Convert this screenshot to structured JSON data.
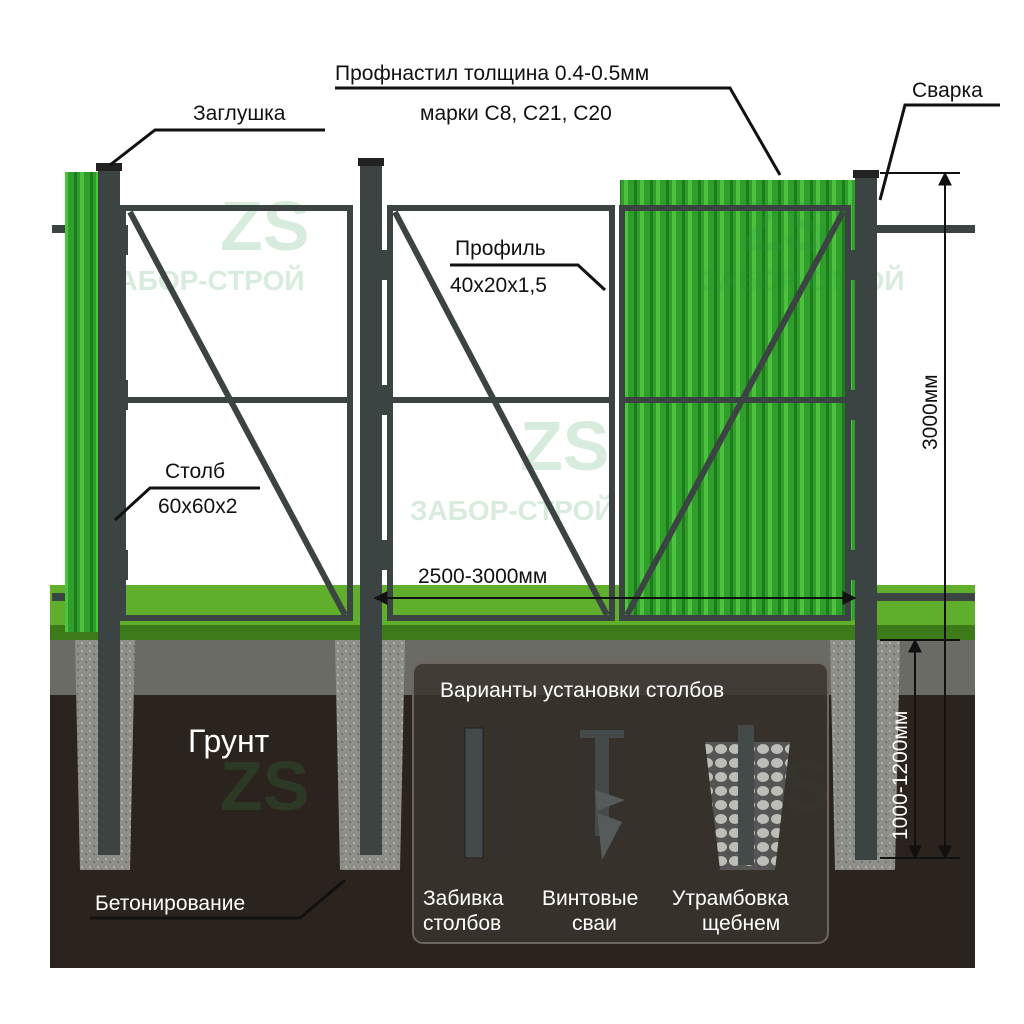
{
  "labels": {
    "sheet_line1": "Профнастил толщина 0.4-0.5мм",
    "sheet_line2": "марки С8, С21, С20",
    "cap": "Заглушка",
    "weld": "Сварка",
    "profile_line1": "Профиль",
    "profile_line2": "40х20х1,5",
    "post_line1": "Столб",
    "post_line2": "60х60х2",
    "height": "3000мм",
    "width": "2500-3000мм",
    "depth": "1000-1200мм",
    "soil": "Грунт",
    "concrete": "Бетонирование"
  },
  "inset": {
    "title": "Варианты установки столбов",
    "options": [
      {
        "line1": "Забивка",
        "line2": "столбов"
      },
      {
        "line1": "Винтовые",
        "line2": "сваи"
      },
      {
        "line1": "Утрамбовка",
        "line2": "щебнем"
      }
    ]
  },
  "watermark": {
    "logo": "ZS",
    "text": "ЗАБОР-СТРОЙ"
  },
  "colors": {
    "sheet": "#2f9e2a",
    "frame": "#3c4343",
    "soil": "#2b231d",
    "grass": "#5fae2c",
    "concrete": "#9a9a95"
  }
}
